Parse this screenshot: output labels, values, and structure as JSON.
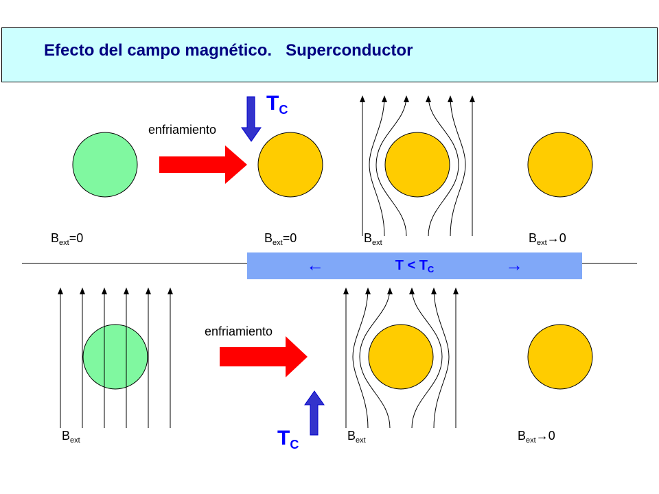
{
  "title": "Efecto del campo magnético.   Superconductor",
  "colors": {
    "normal_state": "#80f8a0",
    "superconducting_state": "#ffcc00",
    "cooling_arrow": "#ff0000",
    "tc_arrow": "#3333cc",
    "band": "#80a8f8",
    "title_box": "#ccffff",
    "title_text": "#000080"
  },
  "top_row": {
    "cooling_label": "enfriamiento",
    "tc": {
      "main": "T",
      "sub": "C"
    },
    "labels": [
      {
        "main": "B",
        "sub": "ext",
        "suffix": "=0"
      },
      {
        "main": "B",
        "sub": "ext",
        "suffix": "=0"
      },
      {
        "main": "B",
        "sub": "ext",
        "suffix": ""
      },
      {
        "main": "B",
        "sub": "ext",
        "suffix": "→0"
      }
    ]
  },
  "band": {
    "left_arrow": "←",
    "text_main": "T < T",
    "text_sub": "C",
    "right_arrow": "→"
  },
  "bottom_row": {
    "cooling_label": "enfriamiento",
    "tc": {
      "main": "T",
      "sub": "C"
    },
    "labels": [
      {
        "main": "B",
        "sub": "ext",
        "suffix": ""
      },
      {
        "main": "B",
        "sub": "ext",
        "suffix": ""
      },
      {
        "main": "B",
        "sub": "ext",
        "suffix": "→0"
      }
    ]
  }
}
